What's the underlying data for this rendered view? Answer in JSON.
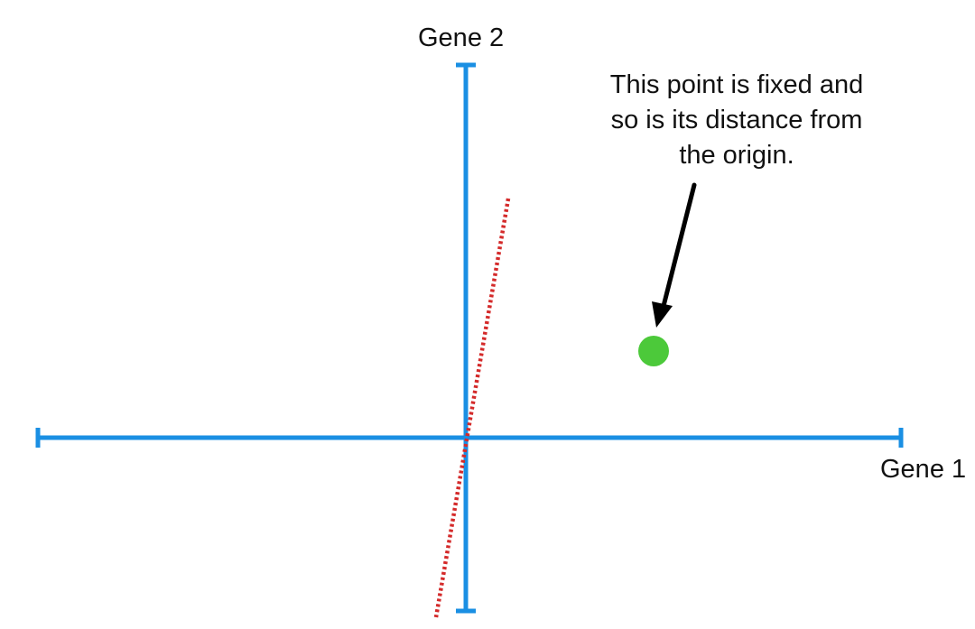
{
  "axes": {
    "x_label": "Gene 1",
    "y_label": "Gene 2",
    "color": "#1a8fe3"
  },
  "annotation": {
    "lines": [
      "This point is fixed and",
      "so is its distance from",
      "the origin."
    ]
  },
  "data_point": {
    "color": "#4cc93a",
    "label_arrow": "arrow pointing from annotation to point"
  },
  "fit_line": {
    "color": "#d42a2a",
    "style": "dotted",
    "passes_through": "origin"
  },
  "arrow_color": "#000000"
}
